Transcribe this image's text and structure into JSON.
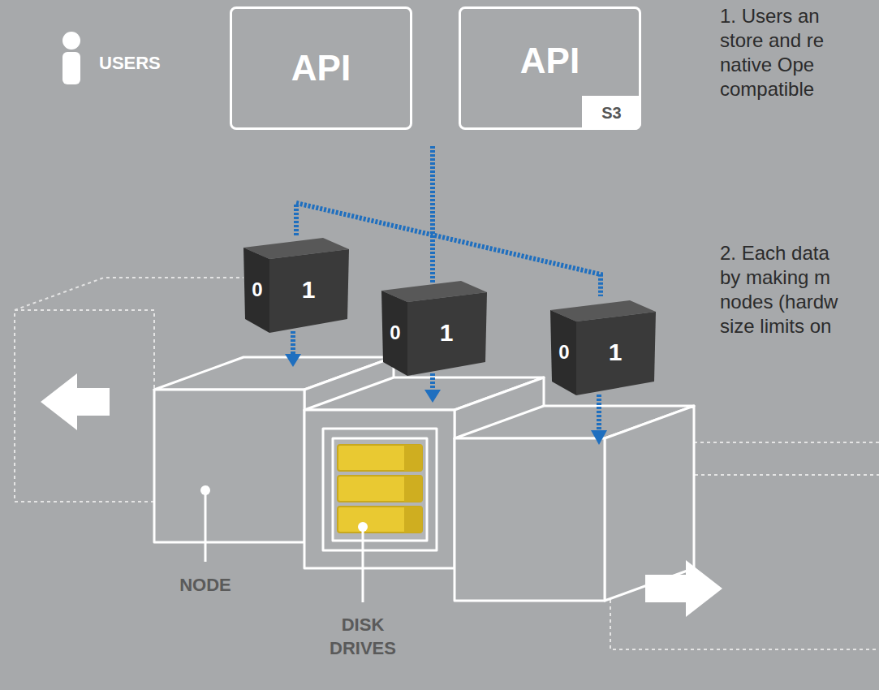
{
  "diagram": {
    "nodes": [
      {
        "text": [
          "API"
        ]
      },
      {
        "text": [
          "API"
        ]
      },
      {
        "text": [
          "S3"
        ],
        "in": 1
      },
      {
        "text": [
          "0",
          "1"
        ]
      },
      {
        "text": [
          "0",
          "1"
        ]
      },
      {
        "text": [
          "0",
          "1"
        ]
      }
    ],
    "labels": [
      "USERS",
      "1. Users an",
      "store and re",
      "native Ope",
      "compatible",
      "2. Each data",
      "by making m",
      "nodes (hardw",
      "size limits on",
      "NODE",
      "DISK DRIVES"
    ]
  }
}
